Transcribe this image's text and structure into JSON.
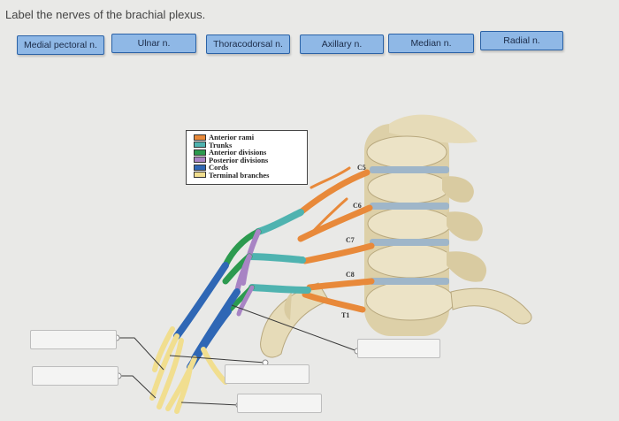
{
  "prompt": "Label the nerves of the brachial plexus.",
  "choices": [
    "Medial pectoral n.",
    "Ulnar n.",
    "Thoracodorsal n.",
    "Axillary n.",
    "Median n.",
    "Radial n."
  ],
  "legend": [
    {
      "label": "Anterior rami",
      "color": "#e8893a"
    },
    {
      "label": "Trunks",
      "color": "#4fb3b0"
    },
    {
      "label": "Anterior divisions",
      "color": "#2c9a4f"
    },
    {
      "label": "Posterior divisions",
      "color": "#a884c4"
    },
    {
      "label": "Cords",
      "color": "#2f67b5"
    },
    {
      "label": "Terminal branches",
      "color": "#f1de8f"
    }
  ],
  "vertebra_labels": [
    "C5",
    "C6",
    "C7",
    "C8",
    "T1"
  ],
  "colors": {
    "button_fill": "#8fb8e6",
    "button_border": "#2b62a6",
    "bone": "#e6dbb8"
  }
}
